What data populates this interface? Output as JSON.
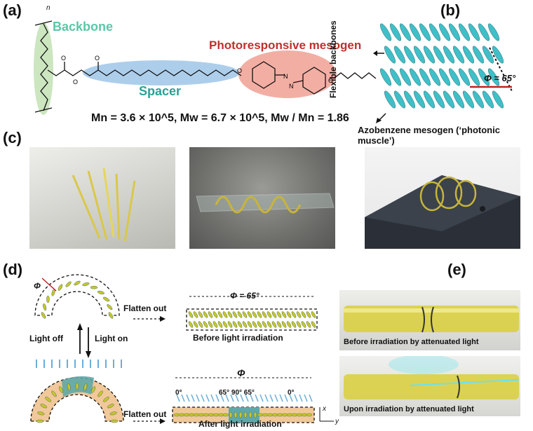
{
  "panels": {
    "a": {
      "label": "(a)",
      "backbone": "Backbone",
      "spacer": "Spacer",
      "mesogen": "Photoresponsive mesogen",
      "subscript_n": "n",
      "formula": "Mn = 3.6 × 10^5, Mw = 6.7 × 10^5, Mw / Mn = 1.86",
      "colors": {
        "backbone": "#5ac8a8",
        "spacer": "#2aa198",
        "mesogen": "#c0302b"
      }
    },
    "b": {
      "label": "(b)",
      "side_label": "Flexible backbones",
      "angle": "Φ = 65°",
      "caption": "Azobenzene mesogen (‘photonic muscle’)"
    },
    "c": {
      "label": "(c)"
    },
    "d": {
      "label": "(d)",
      "flatten_top": "Flatten out",
      "flatten_bottom": "Flatten out",
      "phi_top": "Φ = 65°",
      "before": "Before light irradiation",
      "light_off": "Light off",
      "light_on": "Light on",
      "phi_bottom": "Φ",
      "angles": [
        "0°",
        "65° 90° 65°",
        "0°"
      ],
      "after": "After light irradiation",
      "axis_x": "x",
      "axis_y": "y",
      "phi_small": "Φ"
    },
    "e": {
      "label": "(e)",
      "caption_top": "Before irradiation by attenuated light",
      "caption_bottom": "Upon irradiation by attenuated light"
    }
  }
}
